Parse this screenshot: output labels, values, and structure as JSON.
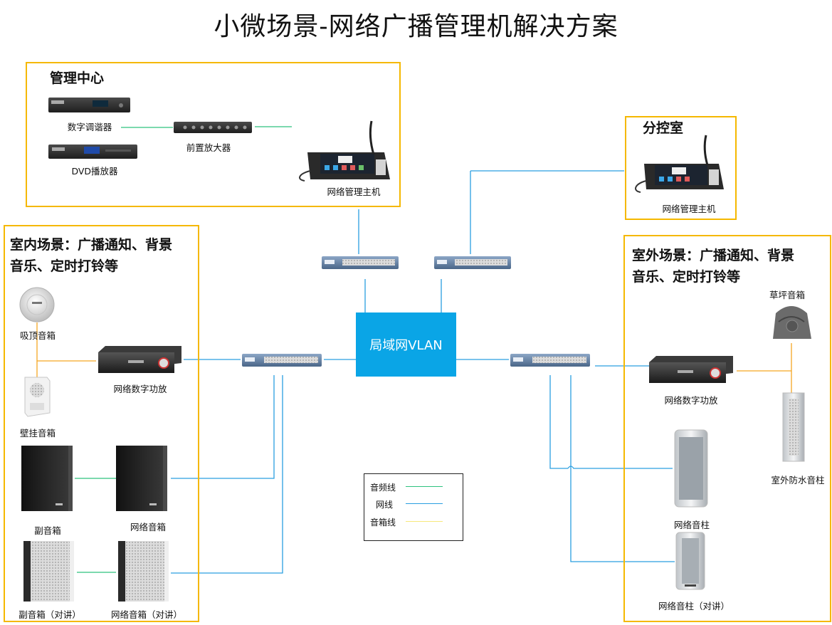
{
  "title": "小微场景-网络广播管理机解决方案",
  "boxes": {
    "management": "管理中心",
    "branch": "分控室",
    "indoor": "室内场景：广播通知、背景音乐、定时打铃等",
    "outdoor": "室外场景：广播通知、背景音乐、定时打铃等"
  },
  "labels": {
    "tuner": "数字调谐器",
    "dvd": "DVD播放器",
    "preamp": "前置放大器",
    "host_main": "网络管理主机",
    "host_branch": "网络管理主机",
    "ceiling": "吸顶音箱",
    "wall": "壁挂音箱",
    "amp_indoor": "网络数字功放",
    "sub_indoor": "副音箱",
    "net_speaker": "网络音箱",
    "sub_talk": "副音箱（对讲）",
    "net_speaker_talk": "网络音箱（对讲）",
    "lawn": "草坪音箱",
    "amp_outdoor": "网络数字功放",
    "outdoor_column": "室外防水音柱",
    "net_column": "网络音柱",
    "net_column_talk": "网络音柱（对讲）"
  },
  "lan": "局域网VLAN",
  "legend": [
    {
      "label": "音频线",
      "color": "#2ec27e"
    },
    {
      "label": "网线",
      "color": "#2a9fe0"
    },
    {
      "label": "音箱线",
      "color": "#f7e87a"
    }
  ],
  "colors": {
    "box_border": "#f5b800",
    "lan_fill": "#0aa5e6",
    "network_line": "#2a9fe0",
    "audio_line": "#2ec27e",
    "speaker_line": "#f5a623"
  }
}
